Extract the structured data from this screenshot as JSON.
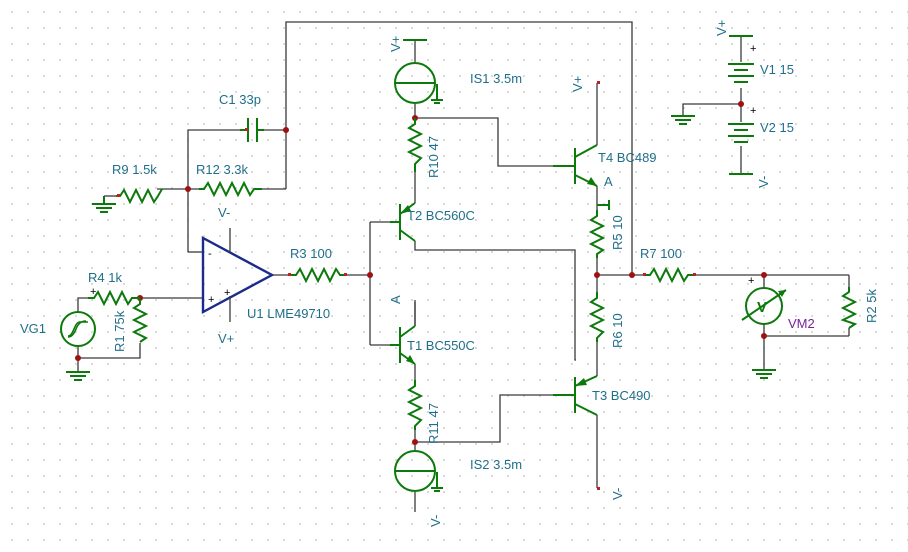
{
  "schematic": {
    "components": {
      "c1": "C1 33p",
      "r9": "R9 1.5k",
      "r12": "R12 3.3k",
      "is1": "IS1 3.5m",
      "r10": "R10 47",
      "t4": "T4 BC489",
      "t2": "T2 BC560C",
      "r5": "R5 10",
      "r3": "R3 100",
      "u1": "U1 LME49710",
      "r7": "R7 100",
      "r2": "R2 5k",
      "vm2": "VM2",
      "r4": "R4 1k",
      "vg1": "VG1",
      "r1": "R1 75k",
      "t1": "T1 BC550C",
      "r6": "R6 10",
      "t3": "T3 BC490",
      "r11": "R11 47",
      "is2": "IS2 3.5m",
      "v1": "V1 15",
      "v2": "V2 15"
    },
    "nets": {
      "vplus": "V+",
      "vminus": "V-",
      "node_a": "A"
    },
    "pin_signs": {
      "plus": "+",
      "minus": "-"
    },
    "meter_symbol": "V",
    "colors": {
      "component": "#0b7a0b",
      "wire": "#3a3a3a",
      "label": "#1f6f8b",
      "opamp": "#1a2b8c",
      "meter_label": "#7a1f9a",
      "grid_dot": "#b8b8b8"
    }
  }
}
